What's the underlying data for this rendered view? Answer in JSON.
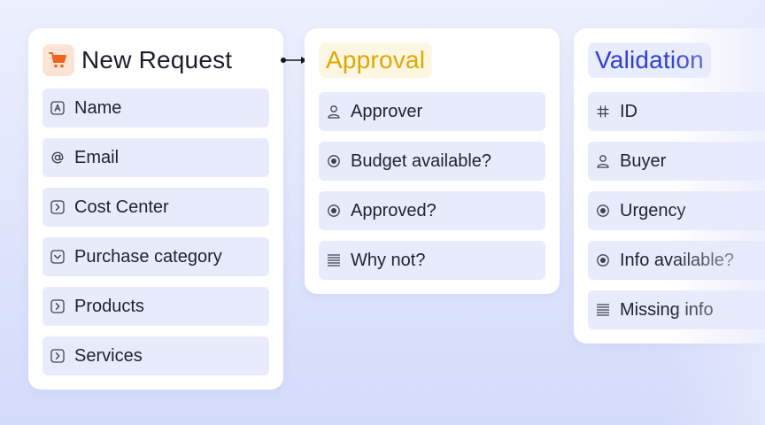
{
  "new_request": {
    "title": "New Request",
    "icon": "shopping-cart-icon",
    "fields": [
      {
        "label": "Name",
        "icon": "text-field-icon"
      },
      {
        "label": "Email",
        "icon": "at-sign-icon"
      },
      {
        "label": "Cost Center",
        "icon": "chevron-right-box-icon"
      },
      {
        "label": "Purchase category",
        "icon": "chevron-down-box-icon"
      },
      {
        "label": "Products",
        "icon": "chevron-right-box-icon"
      },
      {
        "label": "Services",
        "icon": "chevron-right-box-icon"
      }
    ]
  },
  "approval": {
    "title": "Approval",
    "fields": [
      {
        "label": "Approver",
        "icon": "user-icon"
      },
      {
        "label": "Budget available?",
        "icon": "radio-icon"
      },
      {
        "label": "Approved?",
        "icon": "radio-icon"
      },
      {
        "label": "Why not?",
        "icon": "long-text-icon"
      }
    ]
  },
  "validation": {
    "title": "Validation",
    "fields": [
      {
        "label": "ID",
        "icon": "hash-icon"
      },
      {
        "label": "Buyer",
        "icon": "user-icon"
      },
      {
        "label": "Urgency",
        "icon": "radio-icon"
      },
      {
        "label": "Info available?",
        "icon": "radio-icon"
      },
      {
        "label": "Missing info",
        "icon": "long-text-icon"
      }
    ]
  },
  "colors": {
    "cart": "#f0641e",
    "approval_text": "#e0a800",
    "approval_bg": "#fdf6e2",
    "validation_text": "#2f3ed6",
    "validation_bg": "#e8ecfc",
    "field_bg": "#e8ebfb"
  }
}
